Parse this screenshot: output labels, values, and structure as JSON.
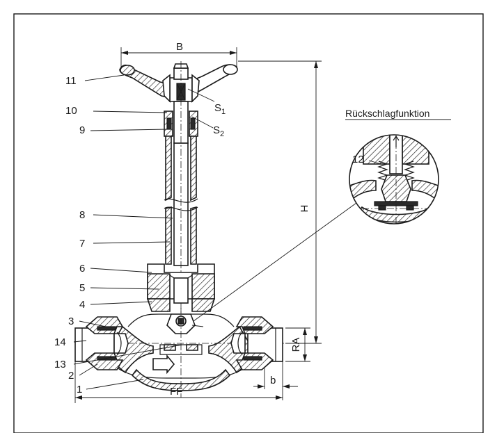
{
  "dimensions": {
    "b_upper": "B",
    "h": "H",
    "ra": "RA",
    "b_lower": "b",
    "ff": "FF",
    "s1_main": "S",
    "s1_sub": "1",
    "s2_main": "S",
    "s2_sub": "2"
  },
  "part_labels": {
    "p1": "1",
    "p2": "2",
    "p3": "3",
    "p4": "4",
    "p5": "5",
    "p6": "6",
    "p7": "7",
    "p8": "8",
    "p9": "9",
    "p10": "10",
    "p11": "11",
    "p12": "12",
    "p13": "13",
    "p14": "14"
  },
  "detail": {
    "title": "Rückschlagfunktion"
  }
}
